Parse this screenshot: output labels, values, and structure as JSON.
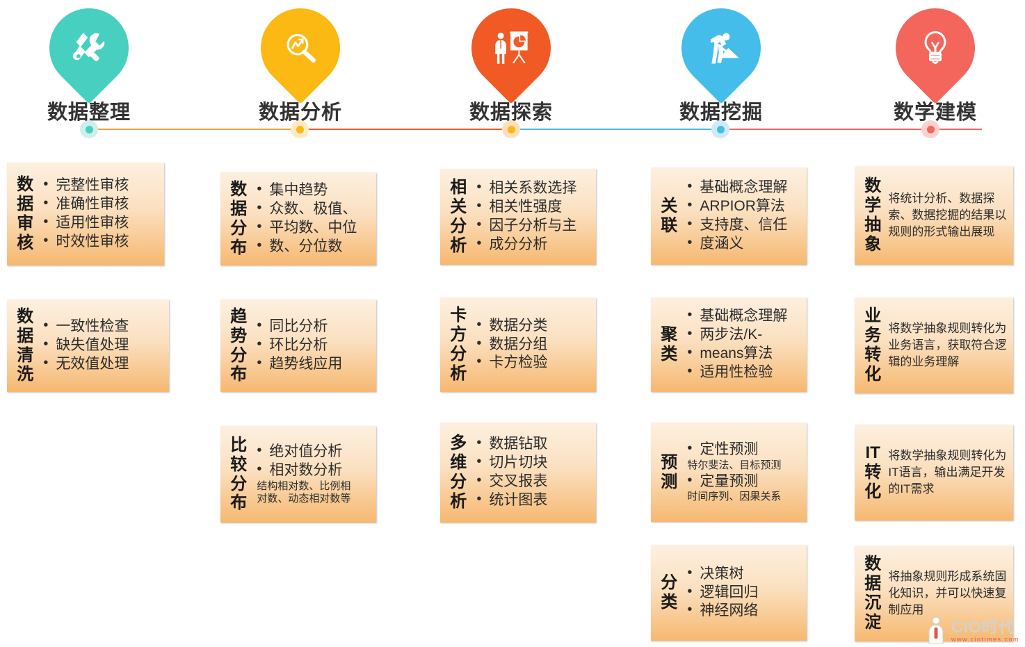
{
  "stages": [
    {
      "id": "data-organizing",
      "label": "数据整理",
      "color": "#47cfc0",
      "icon": "tools-icon",
      "node_ring": "#cdeeea",
      "line_right": "#e8a33d"
    },
    {
      "id": "data-analysis",
      "label": "数据分析",
      "color": "#fcb813",
      "icon": "magnifier-chart-icon",
      "node_ring": "#fdeac2",
      "line_right": "#ef5a2a"
    },
    {
      "id": "data-exploration",
      "label": "数据探索",
      "color": "#f15a24",
      "icon": "presenter-chart-icon",
      "node_ring": "#fbe0bb",
      "line_right": "#45bdea"
    },
    {
      "id": "data-mining",
      "label": "数据挖掘",
      "color": "#45bdea",
      "icon": "digger-worker-icon",
      "node_ring": "#cfeaf7",
      "line_right": "#f4655c"
    },
    {
      "id": "math-modeling",
      "label": "数学建模",
      "color": "#f4655c",
      "icon": "lightbulb-icon",
      "node_ring": "#fbd2d0",
      "line_right": ""
    }
  ],
  "columns": [
    {
      "stage": "数据整理",
      "cards": [
        {
          "title": "数据审核",
          "items": [
            "完整性审核",
            "准确性审核",
            "适用性审核",
            "时效性审核"
          ]
        },
        {
          "title": "数据清洗",
          "items": [
            "一致性检查",
            "缺失值处理",
            "无效值处理"
          ]
        }
      ]
    },
    {
      "stage": "数据分析",
      "cards": [
        {
          "title": "数据分布",
          "items": [
            "集中趋势",
            "众数、极值、",
            "平均数、中位",
            "数、分位数"
          ]
        },
        {
          "title": "趋势分布",
          "items": [
            "同比分析",
            "环比分析",
            "趋势线应用"
          ]
        },
        {
          "title": "比较分布",
          "items": [
            "绝对值分析",
            "相对数分析"
          ],
          "note": [
            "结构相对数、比例相",
            "对数、动态相对数等"
          ]
        }
      ]
    },
    {
      "stage": "数据探索",
      "cards": [
        {
          "title": "相关分析",
          "items": [
            "相关系数选择",
            "相关性强度",
            "因子分析与主",
            "成分分析"
          ]
        },
        {
          "title": "卡方分析",
          "items": [
            "数据分类",
            "数据分组",
            "卡方检验"
          ]
        },
        {
          "title": "多维分析",
          "items": [
            "数据钻取",
            "切片切块",
            "交叉报表",
            "统计图表"
          ]
        }
      ]
    },
    {
      "stage": "数据挖掘",
      "cards": [
        {
          "title": "关联",
          "items": [
            "基础概念理解",
            "ARPIOR算法",
            "支持度、信任",
            "度涵义"
          ]
        },
        {
          "title": "聚类",
          "items": [
            "基础概念理解",
            "两步法/K-",
            "means算法",
            "适用性检验"
          ]
        },
        {
          "title": "预测",
          "items": [
            "定性预测",
            "定量预测"
          ],
          "inline_notes": [
            "特尔斐法、目标预测",
            "时间序列、因果关系"
          ]
        },
        {
          "title": "分类",
          "items": [
            "决策树",
            "逻辑回归",
            "神经网络"
          ]
        }
      ]
    },
    {
      "stage": "数学建模",
      "cards": [
        {
          "title": "数学抽象",
          "paragraph": "将统计分析、数据探索、数据挖掘的结果以规则的形式输出展现"
        },
        {
          "title": "业务转化",
          "paragraph": "将数学抽象规则转化为业务语言，获取符合逻辑的业务理解"
        },
        {
          "title": "IT转化",
          "paragraph": "将数学抽象规则转化为IT语言，输出满足开发的IT需求"
        },
        {
          "title": "数据沉淀",
          "paragraph": "将抽象规则形成系统固化知识，并可以快速复制应用"
        }
      ]
    }
  ],
  "watermark": {
    "main": "CIO时代",
    "sub": "www.ciotimes.com"
  },
  "theme": {
    "card_gradient_top": "#fdf0e0",
    "card_gradient_bottom": "#f6b870",
    "label_color": "#333333",
    "body_text_color": "#2b2b2b"
  }
}
